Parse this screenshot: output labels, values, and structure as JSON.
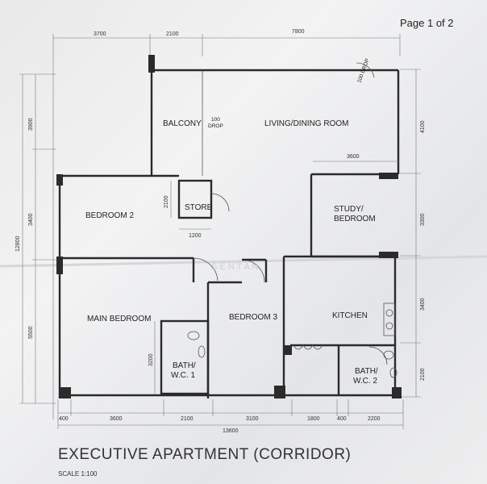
{
  "page_label": "Page 1 of 2",
  "title": "EXECUTIVE APARTMENT (CORRIDOR)",
  "scale": "SCALE 1:100",
  "rooms": {
    "balcony": "BALCONY",
    "living_dining": "LIVING/DINING ROOM",
    "store": "STORE",
    "bedroom2": "BEDROOM 2",
    "study_line1": "STUDY/",
    "study_line2": "BEDROOM",
    "main_bedroom": "MAIN BEDROOM",
    "bedroom3": "BEDROOM 3",
    "kitchen": "KITCHEN",
    "bath1_line1": "BATH/",
    "bath1_line2": "W.C. 1",
    "bath2_line1": "BATH/",
    "bath2_line2": "W.C. 2"
  },
  "notes": {
    "drop_balcony_1": "100",
    "drop_balcony_2": "DROP",
    "drop_corner": "100 DROP"
  },
  "dims_top": [
    "3700",
    "2100",
    "7800"
  ],
  "dims_bottom": [
    "400",
    "3600",
    "2100",
    "3100",
    "1800",
    "400",
    "2200"
  ],
  "dim_bottom_total": "13600",
  "dims_left": [
    "3900",
    "3400",
    "5500"
  ],
  "dim_left_total": "12800",
  "dims_right": [
    "4100",
    "3300",
    "3400",
    "2100"
  ],
  "dims_internal": {
    "study_width": "3600",
    "store_height": "2100",
    "store_width": "1200",
    "bath1_height": "3200"
  },
  "watermark": "S E N   T A N"
}
